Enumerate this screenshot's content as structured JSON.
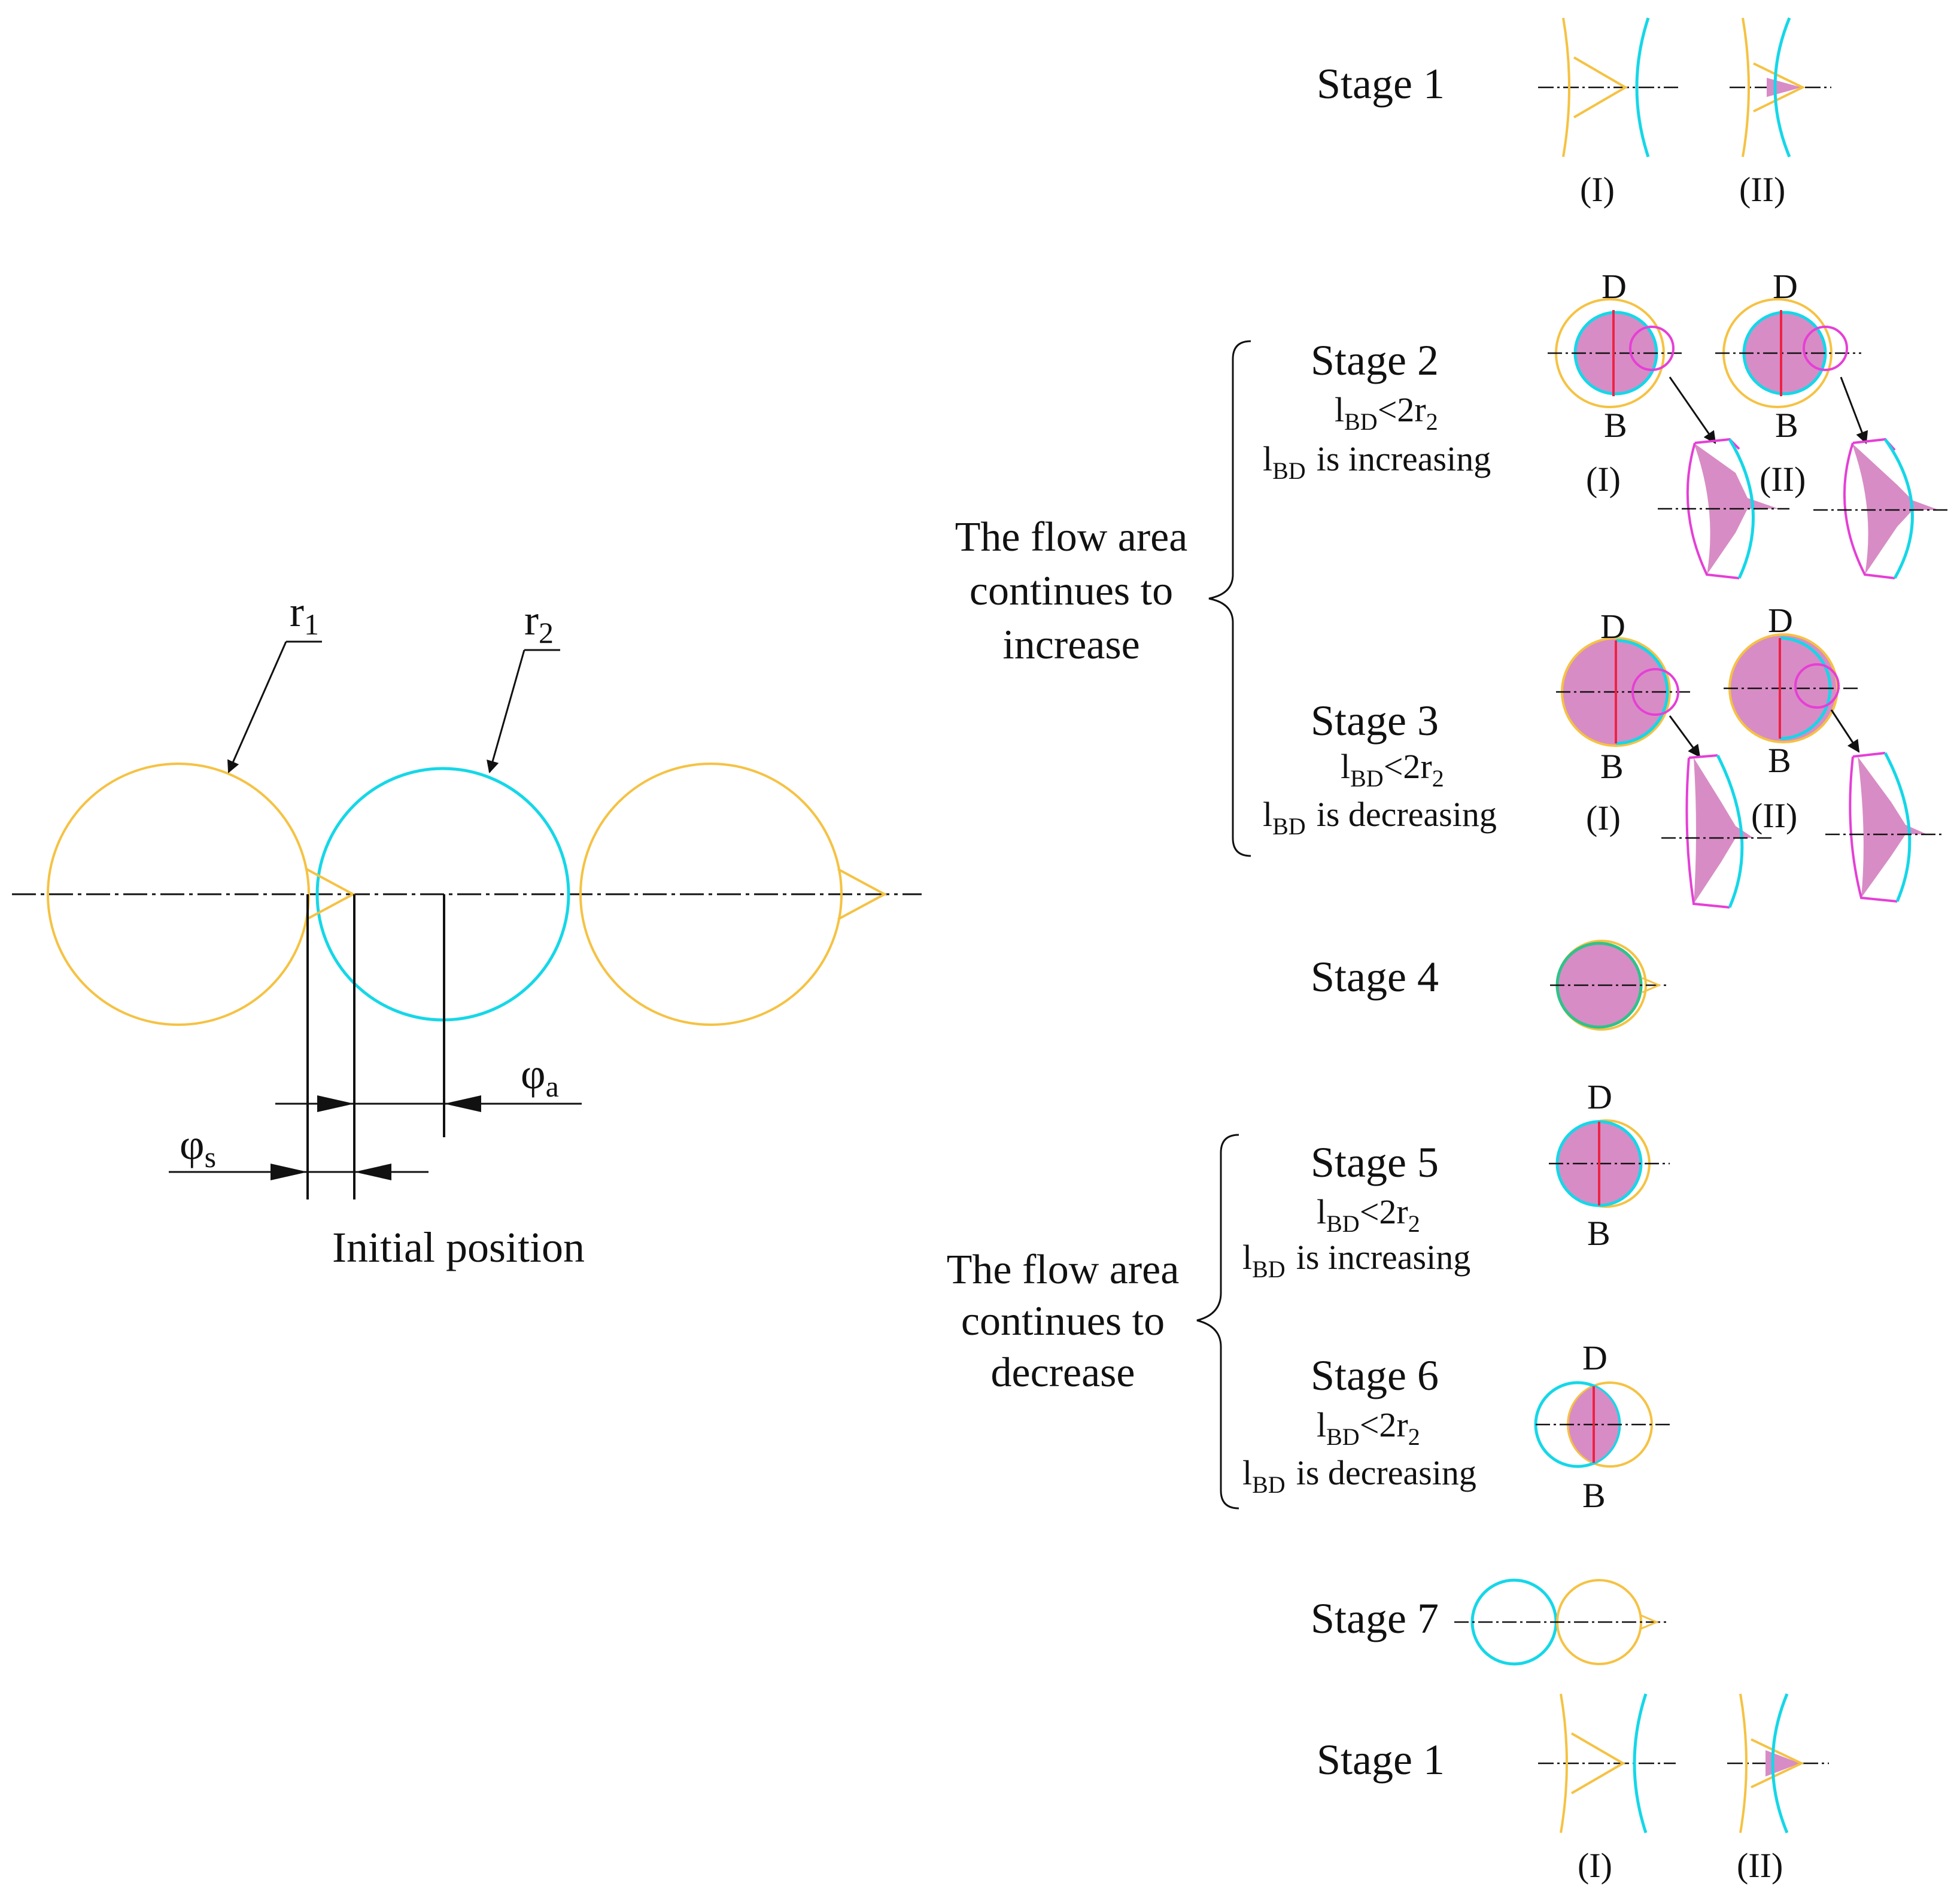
{
  "colors": {
    "yellow": "#f5c242",
    "cyan": "#15d7e8",
    "magenta": "#e53fd6",
    "fill": "#d88cc5",
    "red": "#ee2244",
    "line": "#111111"
  },
  "initial": {
    "caption": "Initial position",
    "r1": {
      "base": "r",
      "sub": "1"
    },
    "r2": {
      "base": "r",
      "sub": "2"
    },
    "phi_a": {
      "base": "φ",
      "sub": "a"
    },
    "phi_s": {
      "base": "φ",
      "sub": "s"
    }
  },
  "groups": {
    "increase": [
      "The flow area",
      "continues to",
      "increase"
    ],
    "decrease": [
      "The flow area",
      "continues to",
      "decrease"
    ]
  },
  "stages": {
    "s1_top": "Stage 1",
    "s2": "Stage 2",
    "s3": "Stage 3",
    "s4": "Stage 4",
    "s5": "Stage 5",
    "s6": "Stage 6",
    "s7": "Stage 7",
    "s1_bottom": "Stage 1"
  },
  "conditions": {
    "l_base": "l",
    "l_sub": "BD",
    "lt": "<2r",
    "two_sub": "2",
    "increasing": "is increasing",
    "decreasing": "is decreasing"
  },
  "markers": {
    "roman_1": "(I)",
    "roman_2": "(II)",
    "D": "D",
    "B": "B"
  }
}
